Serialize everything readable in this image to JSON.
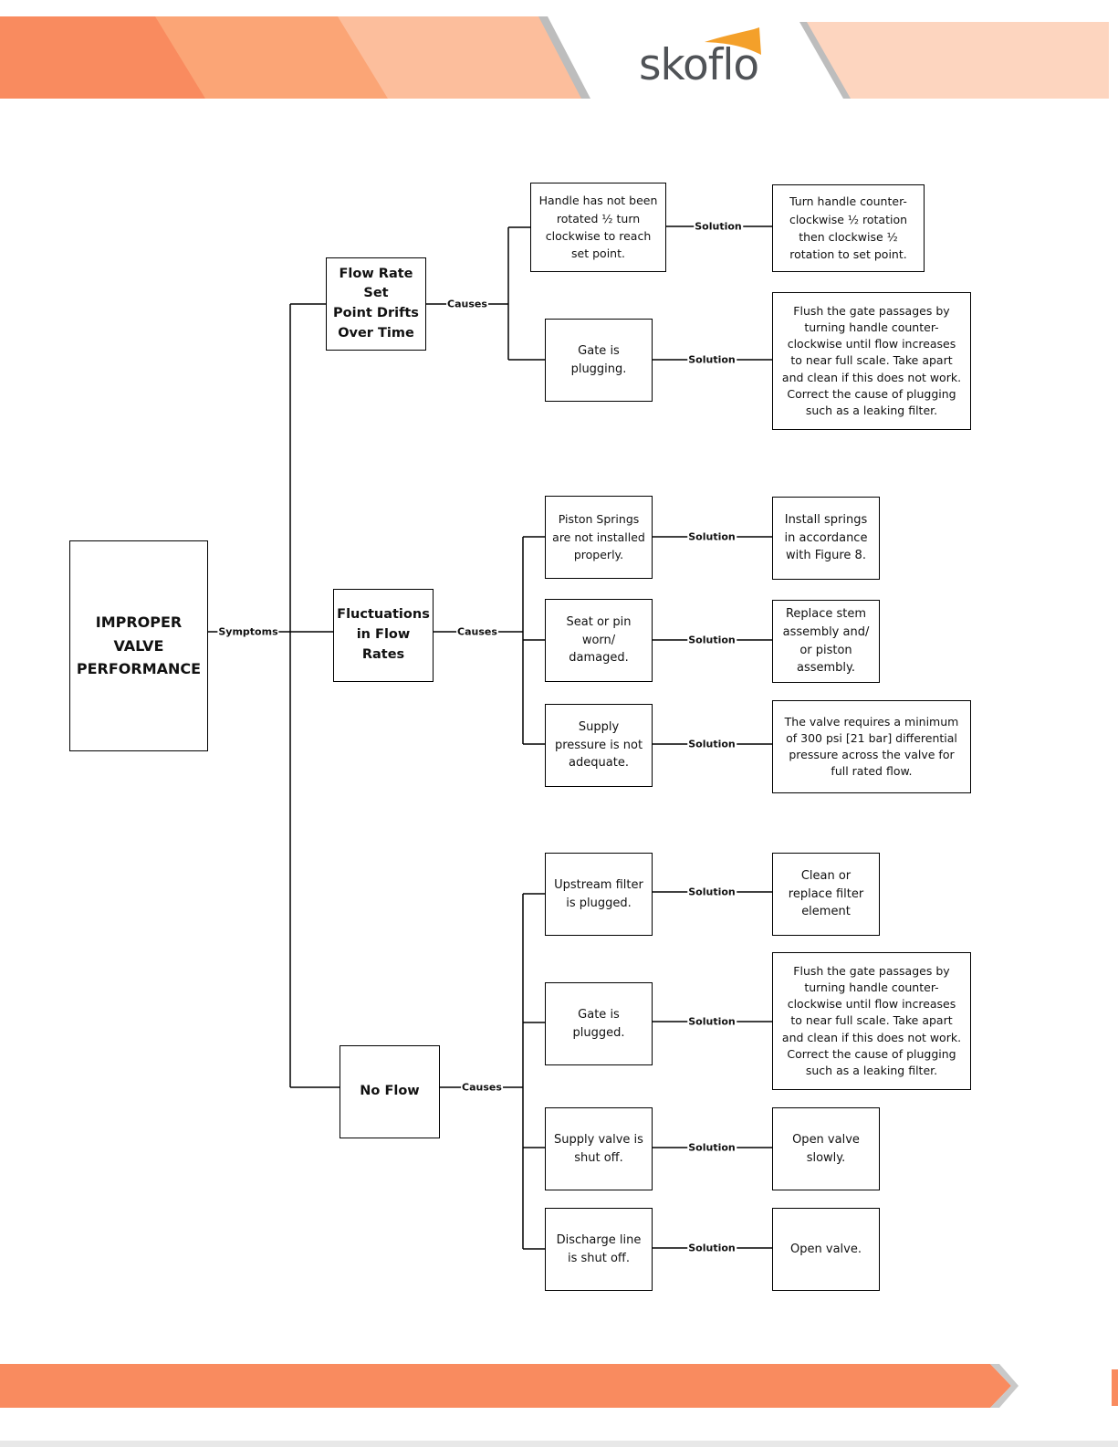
{
  "brand": {
    "logo_text": "skoflo",
    "colors": {
      "orange_dark": "#F98B5F",
      "orange_mid": "#FBA576",
      "orange_light": "#FCBE9C",
      "peach": "#FDD5BF",
      "footer": "#F98B5F",
      "logo_gray": "#505357",
      "logo_swoosh": "#F4A02A"
    }
  },
  "diagram": {
    "root": "IMPROPER\nVALVE\nPERFORMANCE",
    "edge_labels": {
      "symptoms": "Symptoms",
      "causes": "Causes",
      "solution": "Solution"
    },
    "symptoms": [
      {
        "title": "Flow Rate Set\nPoint Drifts\nOver Time",
        "causes": [
          {
            "cause": "Handle has not been\nrotated ½ turn\nclockwise to reach\nset point.",
            "solution": "Turn handle counter-\nclockwise ½ rotation\nthen clockwise ½\nrotation to set point."
          },
          {
            "cause": "Gate is\nplugging.",
            "solution": "Flush the gate passages by\nturning handle counter-\nclockwise until flow increases\nto near full scale. Take apart\nand clean if this does not work.\nCorrect the cause of plugging\nsuch as a leaking filter."
          }
        ]
      },
      {
        "title": "Fluctuations\nin Flow Rates",
        "causes": [
          {
            "cause": "Piston Springs\nare not installed\nproperly.",
            "solution": "Install springs\nin accordance\nwith Figure 8."
          },
          {
            "cause": "Seat or pin\nworn/\ndamaged.",
            "solution": "Replace stem\nassembly and/\nor piston\nassembly."
          },
          {
            "cause": "Supply\npressure is not\nadequate.",
            "solution": "The valve requires a minimum\nof 300 psi [21 bar] differential\npressure across the valve for\nfull rated flow."
          }
        ]
      },
      {
        "title": "No Flow",
        "causes": [
          {
            "cause": "Upstream filter\nis plugged.",
            "solution": "Clean or\nreplace filter\nelement"
          },
          {
            "cause": "Gate is\nplugged.",
            "solution": "Flush the gate passages by\nturning handle counter-\nclockwise until flow increases\nto near full scale. Take apart\nand clean if this does not work.\nCorrect the cause of plugging\nsuch as a leaking filter."
          },
          {
            "cause": "Supply valve is\nshut off.",
            "solution": "Open valve\nslowly."
          },
          {
            "cause": "Discharge line\nis shut off.",
            "solution": "Open valve."
          }
        ]
      }
    ]
  }
}
